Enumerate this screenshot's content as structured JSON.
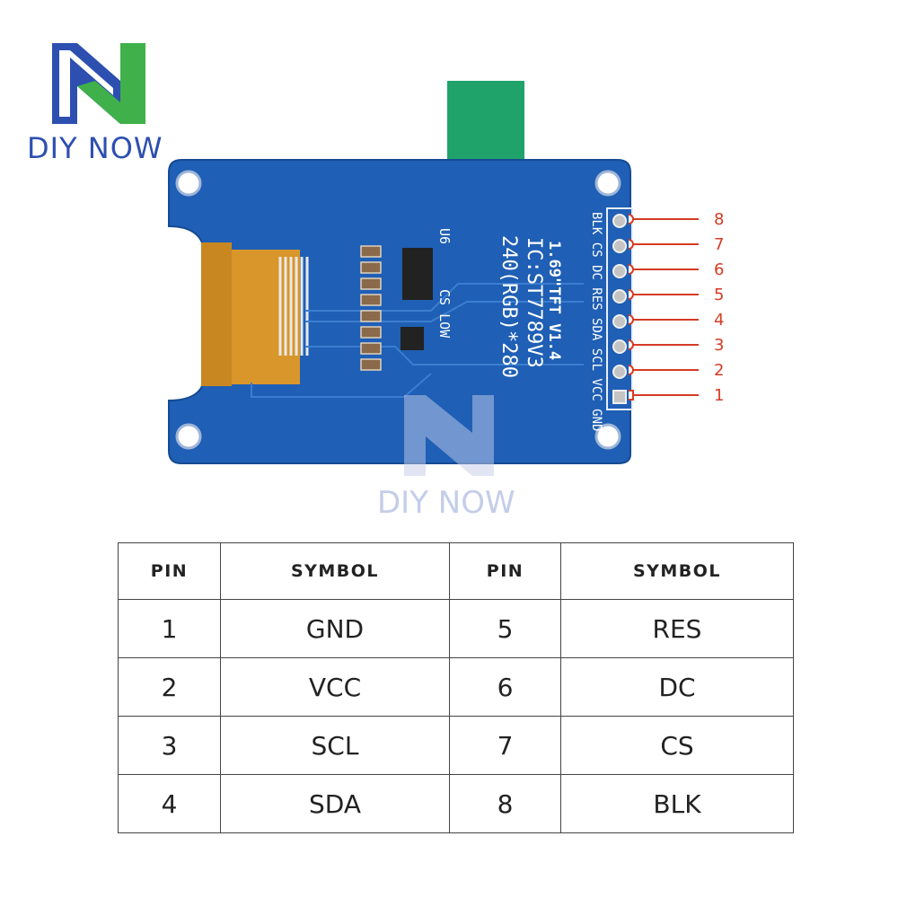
{
  "brand": {
    "name": "DIY NOW",
    "watermark": "DIY NOW",
    "color_blue": "#2d4fb0",
    "color_green": "#3fb04a"
  },
  "board": {
    "silk_title": "1.69\"TFT  V1.4",
    "silk_ic": "IC:ST7789V3",
    "silk_res": "240(RGB)*280",
    "silk_pins": "BLK CS DC RES SDA SCL VCC GND",
    "silk_u6": "U6",
    "silk_cs_low": "CS LOW",
    "color_pcb": "#1f5fb5",
    "color_flex": "#d9962b",
    "color_tab": "#1fa36a"
  },
  "pin_callouts": [
    "8",
    "7",
    "6",
    "5",
    "4",
    "3",
    "2",
    "1"
  ],
  "table": {
    "headers": [
      "PIN",
      "SYMBOL",
      "PIN",
      "SYMBOL"
    ],
    "rows": [
      {
        "pin_a": "1",
        "sym_a": "GND",
        "pin_b": "5",
        "sym_b": "RES"
      },
      {
        "pin_a": "2",
        "sym_a": "VCC",
        "pin_b": "6",
        "sym_b": "DC"
      },
      {
        "pin_a": "3",
        "sym_a": "SCL",
        "pin_b": "7",
        "sym_b": "CS"
      },
      {
        "pin_a": "4",
        "sym_a": "SDA",
        "pin_b": "8",
        "sym_b": "BLK"
      }
    ]
  }
}
